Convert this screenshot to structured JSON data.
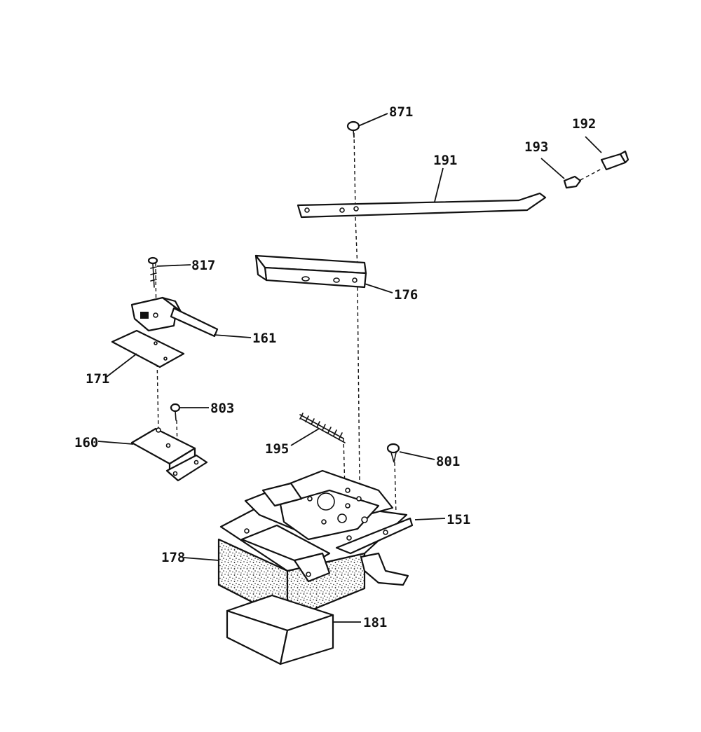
{
  "callouts": {
    "p871": "871",
    "p192": "192",
    "p193": "193",
    "p191": "191",
    "p817": "817",
    "p176": "176",
    "p161": "161",
    "p171": "171",
    "p803": "803",
    "p160": "160",
    "p195": "195",
    "p801": "801",
    "p151": "151",
    "p178": "178",
    "p181": "181"
  }
}
